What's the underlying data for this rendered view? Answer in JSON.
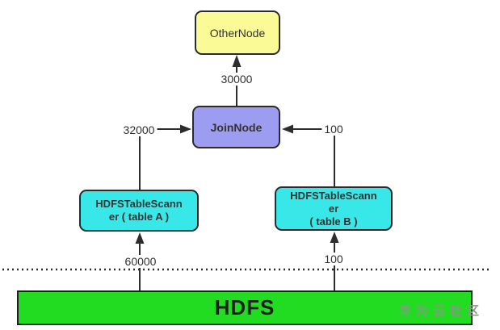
{
  "diagram": {
    "title_implicit": "query plan diagram",
    "nodes": {
      "other_node": {
        "label": "OtherNode",
        "fill": "#FAFA96"
      },
      "join_node": {
        "label": "JoinNode",
        "fill": "#9C9CF0"
      },
      "scanner_a": {
        "label": "HDFSTableScanner ( table A )",
        "lines": [
          "HDFSTableScann",
          "er ( table A )"
        ],
        "fill": "#38E8E8"
      },
      "scanner_b": {
        "label": "HDFSTableScanner ( table B )",
        "lines": [
          "HDFSTableScann",
          "er",
          "( table B )"
        ],
        "fill": "#38E8E8"
      },
      "hdfs": {
        "label": "HDFS",
        "fill": "#22DC22"
      }
    },
    "edge_labels": {
      "join_to_other": "30000",
      "scanner_a_to_join": "32000",
      "scanner_b_to_join": "100",
      "hdfs_to_scanner_a": "60000",
      "hdfs_to_scanner_b": "100"
    },
    "colors": {
      "line": "#2d2d2d",
      "border": "#2b2b2b",
      "background": "#ffffff"
    },
    "watermark": "华为云社区"
  }
}
